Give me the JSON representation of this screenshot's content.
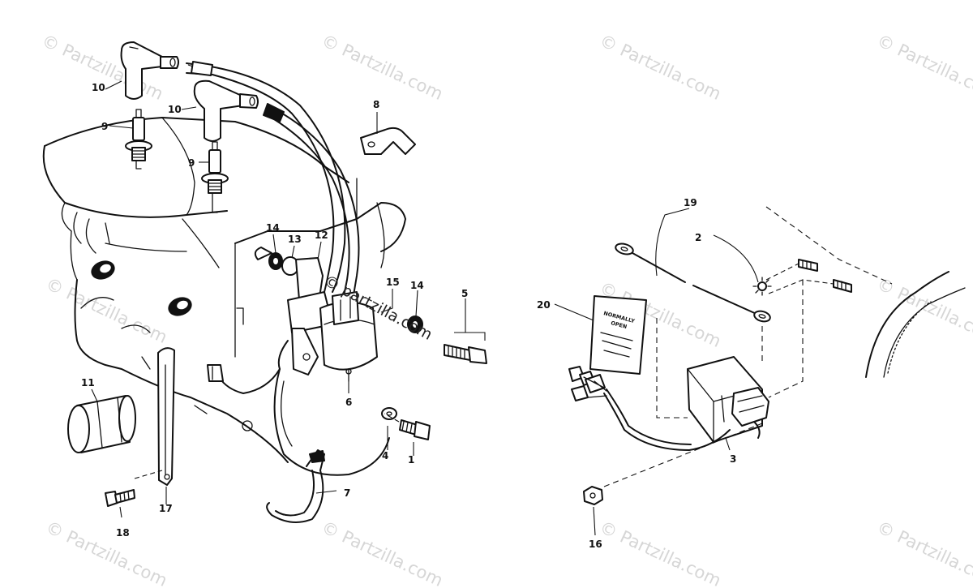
{
  "diagram": {
    "parts": [
      {
        "callout": "1"
      },
      {
        "callout": "2"
      },
      {
        "callout": "3"
      },
      {
        "callout": "4"
      },
      {
        "callout": "5"
      },
      {
        "callout": "6"
      },
      {
        "callout": "7"
      },
      {
        "callout": "8"
      },
      {
        "callout": "9"
      },
      {
        "callout": "9"
      },
      {
        "callout": "10"
      },
      {
        "callout": "10"
      },
      {
        "callout": "11"
      },
      {
        "callout": "12"
      },
      {
        "callout": "13"
      },
      {
        "callout": "14"
      },
      {
        "callout": "14"
      },
      {
        "callout": "15"
      },
      {
        "callout": "16"
      },
      {
        "callout": "17"
      },
      {
        "callout": "18"
      },
      {
        "callout": "19"
      },
      {
        "callout": "20"
      }
    ],
    "decal_text": {
      "line1": "NORMALLY",
      "line2": "OPEN"
    },
    "watermark": "© Partzilla.com",
    "overlay_watermark": "© partzilla.com"
  }
}
